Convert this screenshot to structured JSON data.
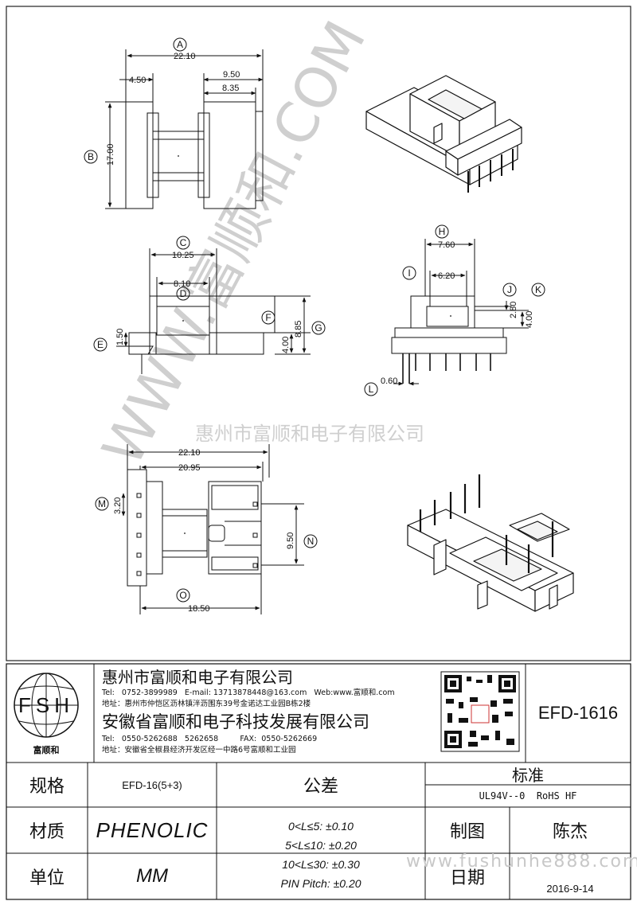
{
  "dims": {
    "top_overall": "22.10",
    "top_left": "4.50",
    "top_r1": "9.50",
    "top_r2": "8.35",
    "top_height": "17.00",
    "front_c": "10.25",
    "front_d": "8.10",
    "front_e": "1.50",
    "front_f": "4.00",
    "front_g": "8.85",
    "side_h": "7.60",
    "side_i": "6.20",
    "side_j": "2.80",
    "side_k": "4.00",
    "side_l": "0.60",
    "bot_overall": "22.10",
    "bot_inner": "20.95",
    "bot_m": "3.20",
    "bot_n": "9.50",
    "bot_o": "18.50"
  },
  "labels": {
    "A": "A",
    "B": "B",
    "C": "C",
    "D": "D",
    "E": "E",
    "F": "F",
    "G": "G",
    "H": "H",
    "I": "I",
    "J": "J",
    "K": "K",
    "L": "L",
    "M": "M",
    "N": "N",
    "O": "O"
  },
  "watermark": {
    "company": "惠州市富顺和电子有限公司",
    "diag": "WWW.富顺和.COM",
    "url": "www.fushunhe888.com"
  },
  "title_block": {
    "logo_text": "FSH",
    "logo_caption": "富顺和",
    "company1": "惠州市富顺和电子有限公司",
    "company1_tel": "Tel:   0752-3899989   E-mail: 13713878448@163.com   Web:www.富顺和.com",
    "company1_addr": "地址：惠州市仲恺区沥林镇泮沥围东39号金诺达工业园B栋2楼",
    "company2": "安徽省富顺和电子科技发展有限公司",
    "company2_tel": "Tel:   0550-5262688   5262658         FAX:  0550-5262669",
    "company2_addr": "地址：安徽省全椒县经济开发区经一中路6号富顺和工业园",
    "part_no": "EFD-1616",
    "spec_label": "规格",
    "spec_value": "EFD-16(5+3)",
    "material_label": "材质",
    "material_value": "PHENOLIC",
    "unit_label": "单位",
    "unit_value": "MM",
    "tolerance_label": "公差",
    "tol1": "0<L≤5: ±0.10",
    "tol2": "5<L≤10: ±0.20",
    "tol3": "10<L≤30: ±0.30",
    "tol4": "PIN Pitch: ±0.20",
    "standard_label": "标准",
    "standard_value": "UL94V--0  RoHS HF",
    "drawn_label": "制图",
    "drawn_value": "陈杰",
    "date_label": "日期",
    "date_value": "2016-9-14"
  }
}
